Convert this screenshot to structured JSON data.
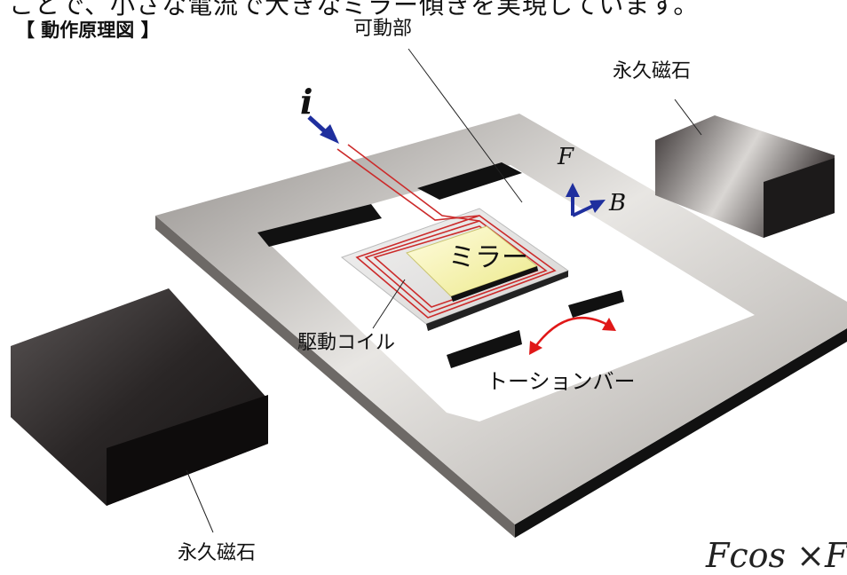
{
  "caption": {
    "top_text": "ことで、小さな電流で大きなミラー傾きを実現しています。"
  },
  "title": "【 動作原理図 】",
  "labels": {
    "movable_part": "可動部",
    "magnet_top": "永久磁石",
    "magnet_bottom": "永久磁石",
    "drive_coil": "駆動コイル",
    "torsion_bar": "トーションバー",
    "mirror": "ミラー",
    "current": "i",
    "force": "F",
    "field": "B",
    "corner_formula": "Fcos ×F"
  },
  "colors": {
    "frame": "#c9c6c2",
    "magnet": "#2a2626",
    "mirror": "#f4f2a8",
    "coil": "#cc2b2b",
    "vector_arrow": "#1f2f9e",
    "torsion_arrow": "#e01818"
  }
}
